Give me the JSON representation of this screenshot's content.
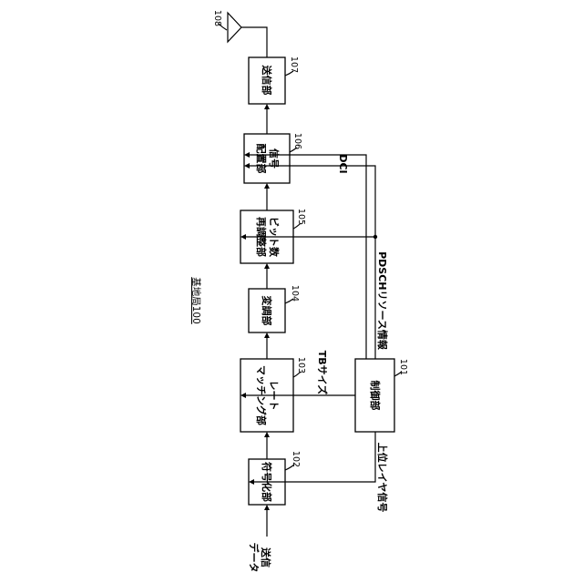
{
  "diagram_title": "基地局100",
  "input_label": [
    "送信",
    "データ"
  ],
  "blocks": [
    {
      "id": "101",
      "lines": [
        "制御部"
      ]
    },
    {
      "id": "102",
      "lines": [
        "符号化部"
      ]
    },
    {
      "id": "103",
      "lines": [
        "レート",
        "マッチング部"
      ]
    },
    {
      "id": "104",
      "lines": [
        "変調部"
      ]
    },
    {
      "id": "105",
      "lines": [
        "ビット数",
        "再調整部"
      ]
    },
    {
      "id": "106",
      "lines": [
        "信号",
        "配置部"
      ]
    },
    {
      "id": "107",
      "lines": [
        "送信部"
      ]
    }
  ],
  "antenna_id": "108",
  "signals": {
    "upper_layer": "上位レイヤ信号",
    "tb_size": "TBサイズ",
    "pdsch_resource": "PDSCHリソース情報",
    "dci": "DCI"
  }
}
